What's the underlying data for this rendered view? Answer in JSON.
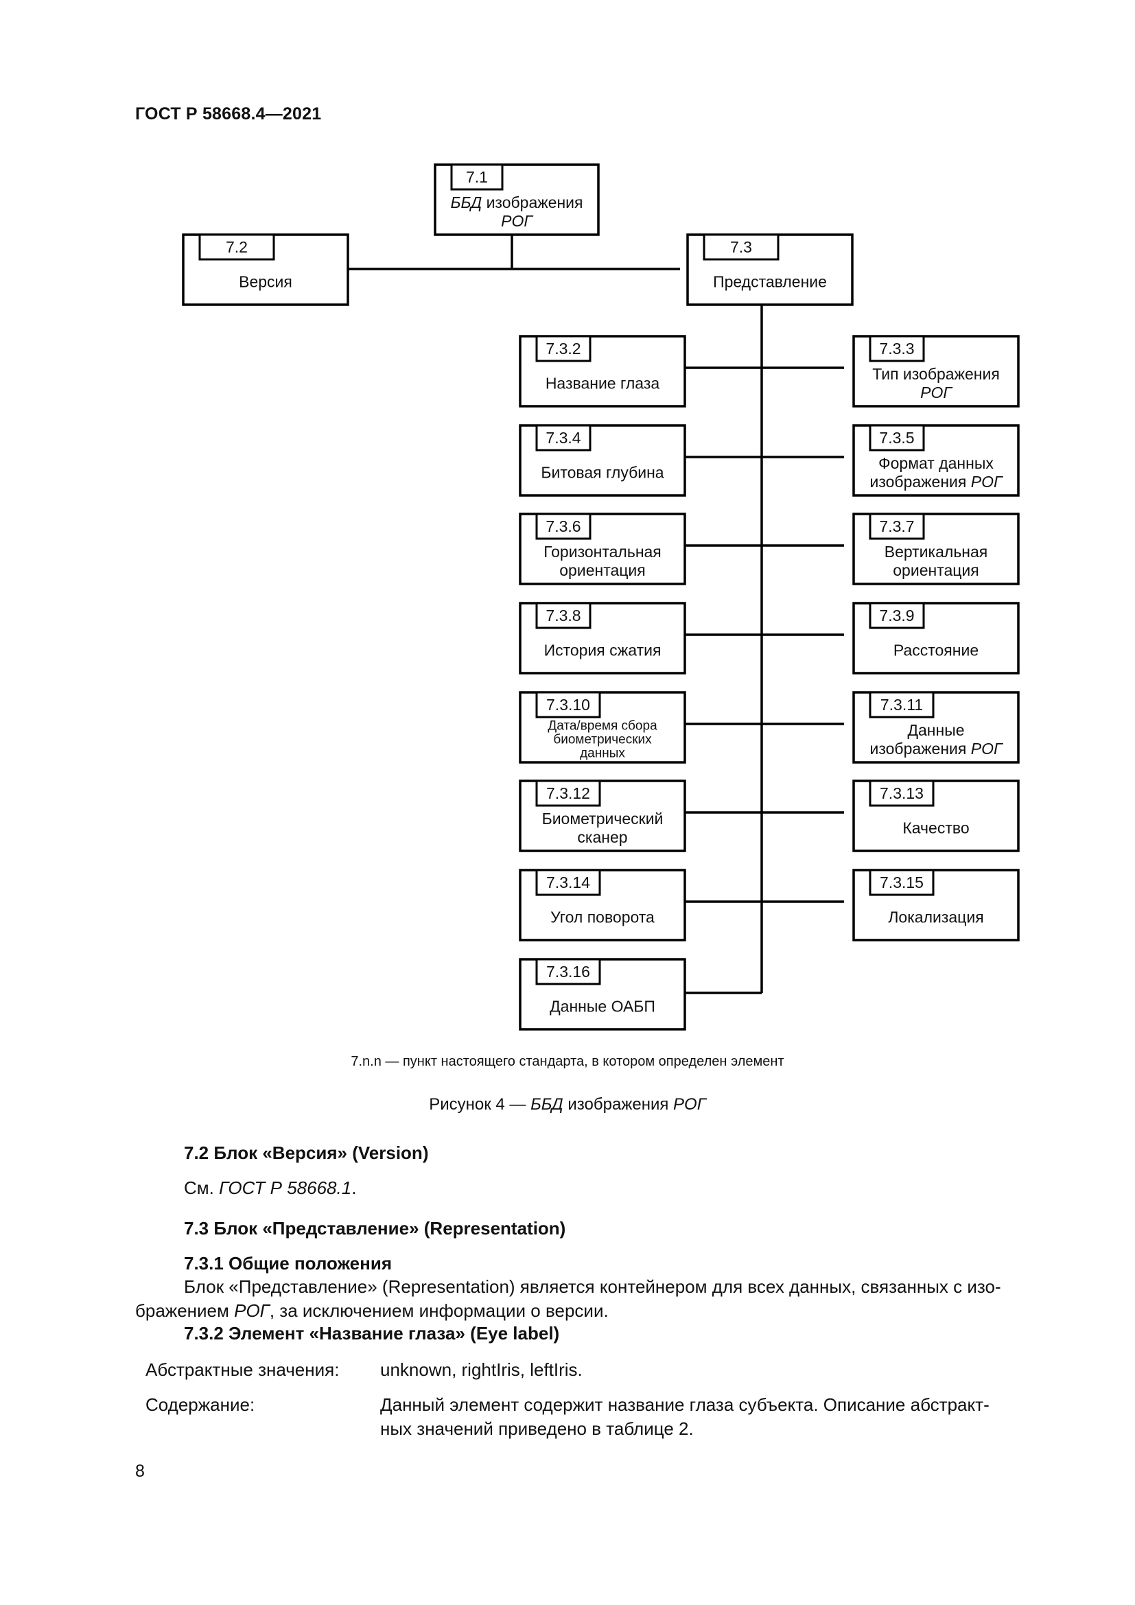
{
  "header": "ГОСТ Р 58668.4—2021",
  "diagram": {
    "root": {
      "num": "7.1",
      "lines": [
        "ББД изображения",
        "РОГ"
      ]
    },
    "version": {
      "num": "7.2",
      "label": "Версия"
    },
    "representation": {
      "num": "7.3",
      "label": "Представление"
    },
    "children": [
      {
        "num": "7.3.2",
        "lines": [
          "Название глаза"
        ]
      },
      {
        "num": "7.3.3",
        "lines": [
          "Тип изображения",
          "РОГ"
        ]
      },
      {
        "num": "7.3.4",
        "lines": [
          "Битовая глубина"
        ]
      },
      {
        "num": "7.3.5",
        "lines": [
          "Формат данных",
          "изображения РОГ"
        ]
      },
      {
        "num": "7.3.6",
        "lines": [
          "Горизонтальная",
          "ориентация"
        ]
      },
      {
        "num": "7.3.7",
        "lines": [
          "Вертикальная",
          "ориентация"
        ]
      },
      {
        "num": "7.3.8",
        "lines": [
          "История сжатия"
        ]
      },
      {
        "num": "7.3.9",
        "lines": [
          "Расстояние"
        ]
      },
      {
        "num": "7.3.10",
        "lines": [
          "Дата/время сбора",
          "биометрических",
          "данных"
        ]
      },
      {
        "num": "7.3.11",
        "lines": [
          "Данные",
          "изображения РОГ"
        ]
      },
      {
        "num": "7.3.12",
        "lines": [
          "Биометрический",
          "сканер"
        ]
      },
      {
        "num": "7.3.13",
        "lines": [
          "Качество"
        ]
      },
      {
        "num": "7.3.14",
        "lines": [
          "Угол поворота"
        ]
      },
      {
        "num": "7.3.15",
        "lines": [
          "Локализация"
        ]
      },
      {
        "num": "7.3.16",
        "lines": [
          "Данные ОАБП"
        ]
      }
    ]
  },
  "figure_note": "7.n.n — пункт настоящего стандарта, в котором определен элемент",
  "caption": {
    "prefix": "Рисунок 4 — ",
    "italic": "ББД",
    "middle": " изображения ",
    "italic2": "РОГ"
  },
  "sections": {
    "s72_heading": "7.2 Блок «Версия» (Version)",
    "s72_text_prefix": "См. ",
    "s72_text_ref": "ГОСТ Р 58668.1",
    "s72_text_suffix": ".",
    "s73_heading": "7.3 Блок «Представление» (Representation)",
    "s731_heading": "7.3.1 Общие положения",
    "s731_line1": "Блок «Представление» (Representation) является контейнером для всех данных, связанных с изо-",
    "s731_line2_a": "бражением ",
    "s731_line2_b": "РОГ",
    "s731_line2_c": ", за исключением информации о версии.",
    "s732_heading": "7.3.2 Элемент «Название глаза» (Eye label)",
    "abstract_label": "Абстрактные значения:",
    "abstract_value": "unknown, rightIris, leftIris.",
    "content_label": "Содержание:",
    "content_line1": "Данный элемент содержит название глаза субъекта. Описание абстракт-",
    "content_line2": "ных значений приведено в таблице 2."
  },
  "page_number": "8"
}
